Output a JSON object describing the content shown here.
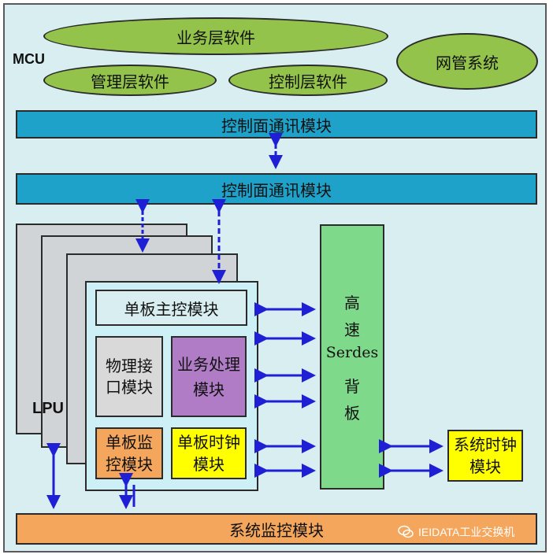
{
  "mcu_label": "MCU",
  "lpu_label": "LPU",
  "ellipses": {
    "business_software": "业务层软件",
    "management_software": "管理层软件",
    "control_software": "控制层软件",
    "network_management": "网管系统"
  },
  "bars": {
    "control_plane_comm_top": "控制面通讯模块",
    "control_plane_comm_bottom": "控制面通讯模块",
    "system_monitor": "系统监控模块"
  },
  "board": {
    "main_control": "单板主控模块",
    "physical_interface": "物理接口模块",
    "service_processing": "业务处理模块",
    "board_monitor": "单板监控模块",
    "board_clock": "单板时钟模块"
  },
  "backplane": {
    "line1": "高",
    "line2": "速",
    "line3": "Serdes",
    "line4": "背",
    "line5": "板"
  },
  "system_clock": "系统时钟模块",
  "watermark": "IEIDATA工业交换机",
  "colors": {
    "frame_bg": "#d9eef1",
    "ellipse_fill": "#93c34a",
    "comm_bar": "#1fa2c9",
    "monitor_bar": "#f4a65c",
    "lpu_card": "#d0d4d6",
    "board_bg": "#cdf0f6",
    "main_control_box": "#d9eef1",
    "physical_box": "#d9d9d9",
    "service_box": "#b07cc6",
    "board_monitor_box": "#f4a65c",
    "clock_box": "#ffff00",
    "backplane": "#7fd98a",
    "arrow": "#1f1fd6"
  }
}
